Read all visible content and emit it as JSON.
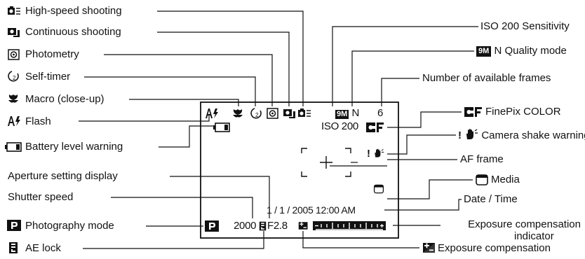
{
  "legend_left": [
    {
      "id": "high_speed",
      "icon": "high-speed-shooting-icon",
      "text": "High-speed shooting"
    },
    {
      "id": "continuous",
      "icon": "continuous-shooting-icon",
      "text": "Continuous shooting"
    },
    {
      "id": "photometry",
      "icon": "photometry-icon",
      "text": "Photometry"
    },
    {
      "id": "self_timer",
      "icon": "self-timer-icon",
      "text": "Self-timer"
    },
    {
      "id": "macro",
      "icon": "macro-flower-icon",
      "text": "Macro (close-up)"
    },
    {
      "id": "flash",
      "icon": "flash-icon",
      "text": "Flash"
    },
    {
      "id": "battery",
      "icon": "battery-icon",
      "text": "Battery level warning"
    },
    {
      "id": "aperture",
      "icon": "",
      "text": "Aperture setting display"
    },
    {
      "id": "shutter",
      "icon": "",
      "text": "Shutter speed"
    },
    {
      "id": "photo_mode",
      "icon": "program-mode-icon",
      "text": "Photography mode"
    },
    {
      "id": "ae_lock",
      "icon": "ae-lock-icon",
      "text": "AE lock"
    }
  ],
  "legend_right": [
    {
      "id": "iso",
      "prefix": "ISO 200",
      "text": "Sensitivity"
    },
    {
      "id": "quality",
      "badge": "9M",
      "prefix": "N",
      "text": "Quality mode"
    },
    {
      "id": "frames",
      "text": "Number of available frames"
    },
    {
      "id": "finepix",
      "icon": "finepix-color-icon",
      "text": "FinePix COLOR"
    },
    {
      "id": "shake",
      "prefix": "!",
      "icon": "camera-shake-hand-icon",
      "text": "Camera shake warning"
    },
    {
      "id": "af",
      "text": "AF frame"
    },
    {
      "id": "media",
      "icon": "media-card-icon",
      "text": "Media"
    },
    {
      "id": "datetime",
      "text": "Date / Time"
    },
    {
      "id": "exp_ind",
      "text": "Exposure compensation",
      "text2": "indicator"
    },
    {
      "id": "exp_comp",
      "icon": "exposure-compensation-icon",
      "text": "Exposure compensation"
    }
  ],
  "lcd": {
    "flash": "A",
    "iso": "ISO 200",
    "quality_badge": "9M",
    "quality_letter": "N",
    "frames": "6",
    "date": "1 /  1 / 2005 12:00 AM",
    "shutter": "2000",
    "aperture": "F2.8",
    "program": "P",
    "shake": "!"
  },
  "colors": {
    "ink": "#111111",
    "bg": "#ffffff"
  }
}
